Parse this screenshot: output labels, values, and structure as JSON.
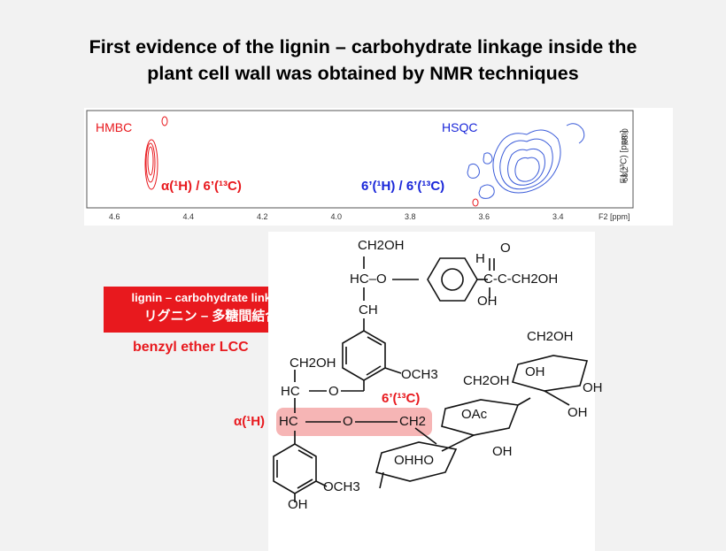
{
  "title": {
    "line1": "First evidence of the lignin – carbohydrate linkage inside the",
    "line2": "plant cell wall was obtained by NMR techniques"
  },
  "nmr": {
    "hmbc_label": "HMBC",
    "hsqc_label": "HSQC",
    "alpha_label": "α(¹H) / 6’(¹³C)",
    "six_label": "6’(¹H) / 6’(¹³C)",
    "x_ticks": [
      "4.6",
      "4.4",
      "4.2",
      "4.0",
      "3.8",
      "3.6",
      "3.4"
    ],
    "x_unit": "F2 [ppm]",
    "y_ticks": [
      "68.0",
      "68.2"
    ],
    "y_unit": "F1(¹³C) [ppm]"
  },
  "annotation": {
    "linkage_en": "lignin – carbohydrate linkage",
    "linkage_jp": "リグニン – 多糖間結合",
    "benzyl": "benzyl ether LCC",
    "alpha": "α(¹H)",
    "six": "6’(¹³C)"
  },
  "structure": {
    "ch2oh_top": "CH2OH",
    "hc_o_top": "HC–O",
    "ch_top": "CH",
    "h": "H",
    "o_keto": "O",
    "c_chain": "-C-C-CH2OH",
    "oh_chain": "OH",
    "ch2oh_mid": "CH2OH",
    "hc_mid": "HC",
    "o_mid": "O",
    "hc_link": "HC",
    "o_link": "O",
    "ch2_link": "CH2",
    "och3_upper": "OCH3",
    "och3_lower": "OCH3",
    "oh_bottom": "OH",
    "sugar_ch2oh_1": "CH2OH",
    "sugar_ch2oh_2": "CH2OH",
    "sugar_oh_1": "OH",
    "sugar_oh_2": "OH",
    "sugar_oh_3": "OH",
    "sugar_oh_4": "OH",
    "sugar_ohho": "OHHO",
    "sugar_oac": "OAc"
  }
}
